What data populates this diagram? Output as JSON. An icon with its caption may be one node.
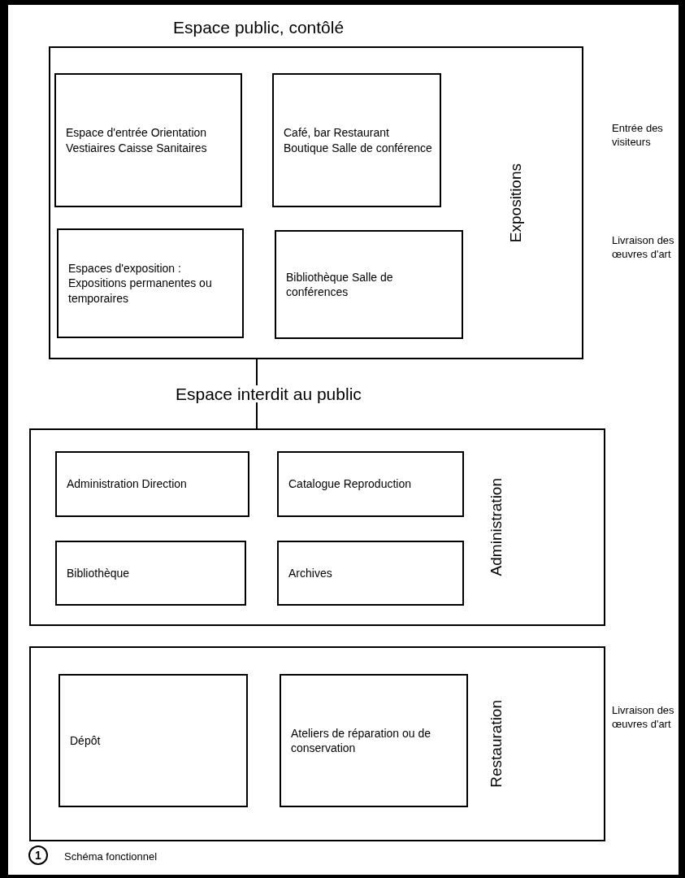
{
  "diagram": {
    "title": "Espace public, contôlé",
    "nodes": [
      {
        "text": [
          "Expositions"
        ]
      },
      {
        "text": [
          "Espace d'entrée Orientation Vestiaires Caisse Sanitaires"
        ],
        "in": 0
      },
      {
        "text": [
          "Café, bar Restaurant Boutique Salle de conférence"
        ],
        "in": 0
      },
      {
        "text": [
          "Espaces d'exposition : Expositions permanentes ou temporaires"
        ],
        "in": 0
      },
      {
        "text": [
          "Bibliothèque Salle de conférences"
        ],
        "in": 0
      },
      {
        "text": [
          "Administration"
        ]
      },
      {
        "text": [
          "Administration Direction"
        ],
        "in": 5
      },
      {
        "text": [
          "Catalogue Reproduction"
        ],
        "in": 5
      },
      {
        "text": [
          "Bibliothèque"
        ],
        "in": 5
      },
      {
        "text": [
          "Archives"
        ],
        "in": 5
      },
      {
        "text": [
          "Restauration"
        ]
      },
      {
        "text": [
          "Dépôt"
        ],
        "in": 10
      },
      {
        "text": [
          "Ateliers de réparation ou de conservation"
        ],
        "in": 10
      },
      {
        "text": [
          "1"
        ],
        "beside": [
          "Schéma fonctionnel"
        ]
      }
    ],
    "edges": [
      {
        "from": 0,
        "to": 5,
        "arrow": "none",
        "label": "Espace interdit au public"
      }
    ],
    "labels": [
      "Entrée des visiteurs",
      "Livraison des œuvres d'art",
      "Livraison des œuvres d'art"
    ]
  }
}
